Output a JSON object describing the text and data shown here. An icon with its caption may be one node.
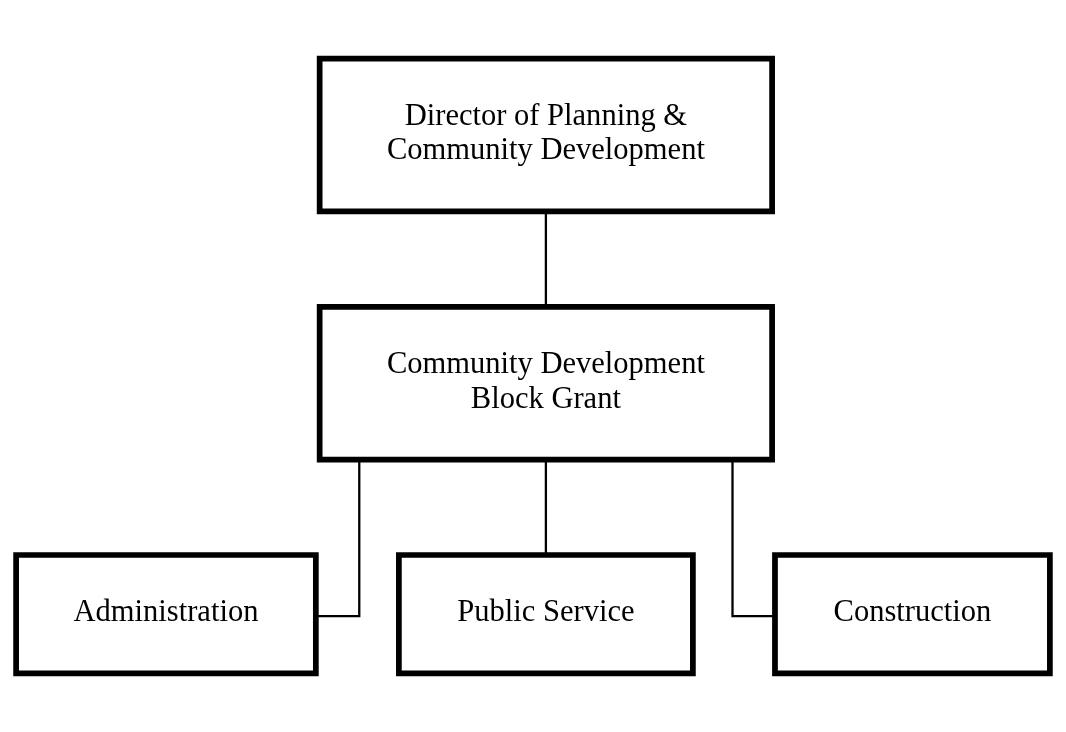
{
  "diagram": {
    "nodes": [
      {
        "text": [
          "Director of Planning & Community Development"
        ]
      },
      {
        "text": [
          "Community Development Block Grant"
        ]
      },
      {
        "text": [
          "Administration"
        ]
      },
      {
        "text": [
          "Public Service"
        ]
      },
      {
        "text": [
          "Construction"
        ]
      }
    ],
    "edges": [
      {
        "from": 0,
        "to": 1,
        "arrow": "none"
      },
      {
        "from": 1,
        "to": 2,
        "arrow": "none"
      },
      {
        "from": 1,
        "to": 3,
        "arrow": "none"
      },
      {
        "from": 1,
        "to": 4,
        "arrow": "none"
      }
    ]
  }
}
